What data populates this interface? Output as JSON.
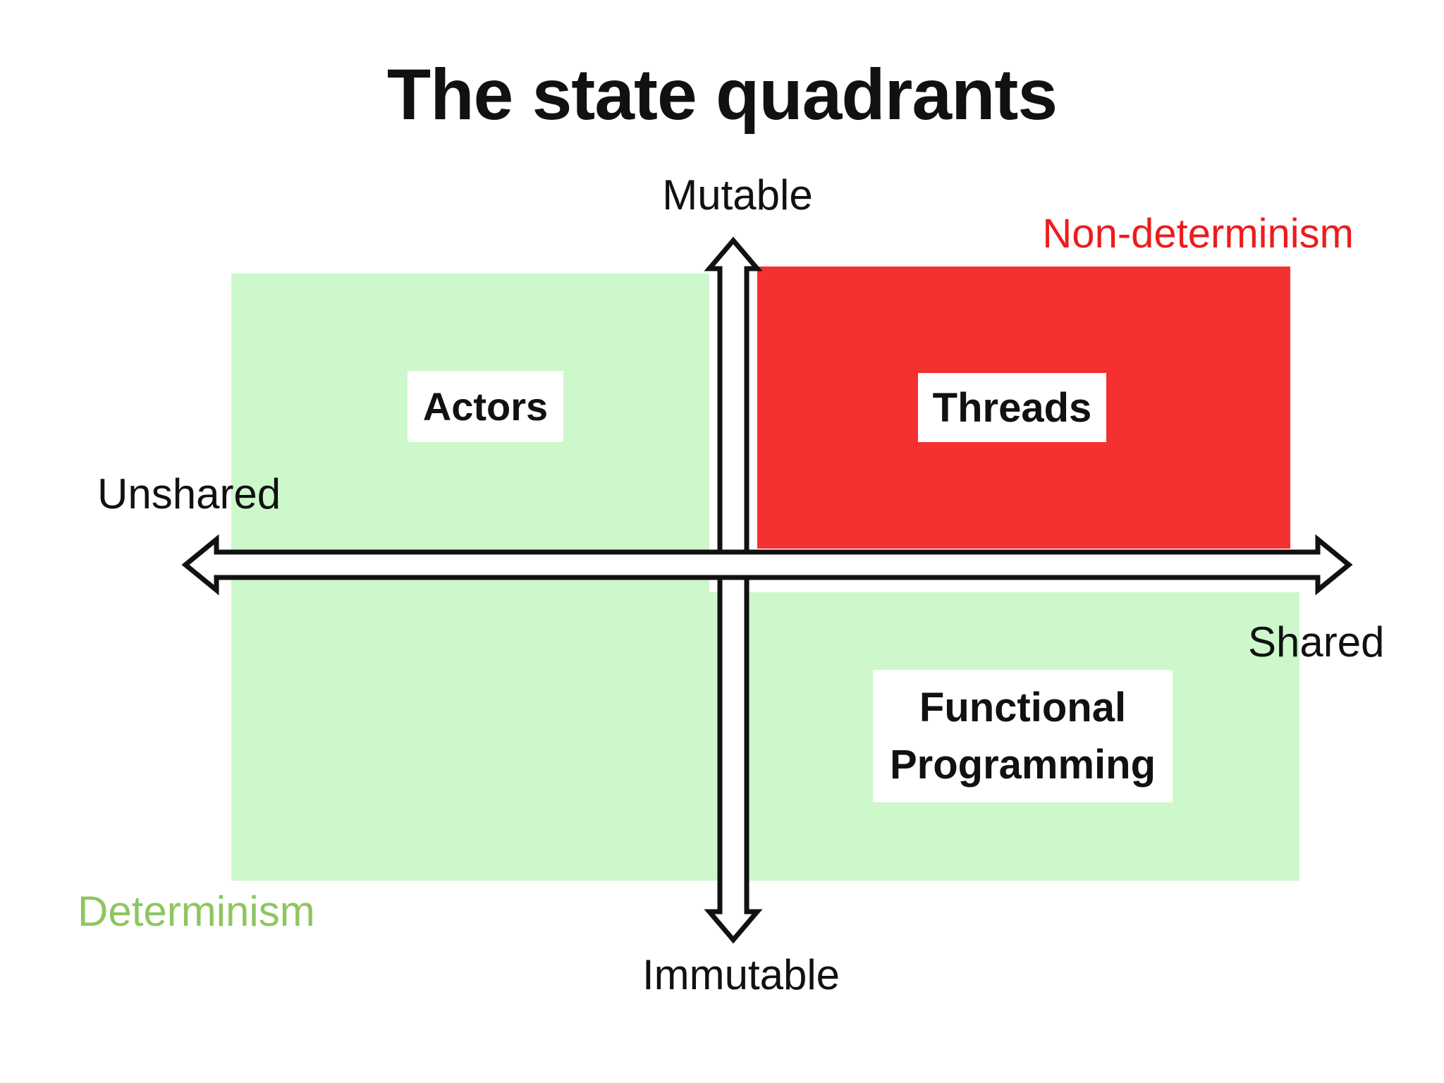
{
  "page": {
    "title": "The state quadrants"
  },
  "axes": {
    "vertical": {
      "top_label": "Mutable",
      "bottom_label": "Immutable"
    },
    "horizontal": {
      "left_label": "Unshared",
      "right_label": "Shared"
    }
  },
  "corner_annotations": {
    "top_right": {
      "label": "Non-determinism",
      "color": "#ed1c1c"
    },
    "bottom_left": {
      "label": "Determinism",
      "color": "#8dc65f"
    }
  },
  "quadrants": {
    "top_left": {
      "label": "Actors",
      "background": "#ccf8cc"
    },
    "top_right": {
      "label": "Threads",
      "background": "#f43030"
    },
    "bottom_left": {
      "label": "",
      "background": "#ccf8cc"
    },
    "bottom_right": {
      "label": "Functional Programming",
      "background": "#ccf8cc"
    }
  },
  "colors": {
    "arrow_fill": "#ffffff",
    "arrow_stroke": "#111111",
    "label_box_background": "#ffffff",
    "text": "#111111"
  }
}
